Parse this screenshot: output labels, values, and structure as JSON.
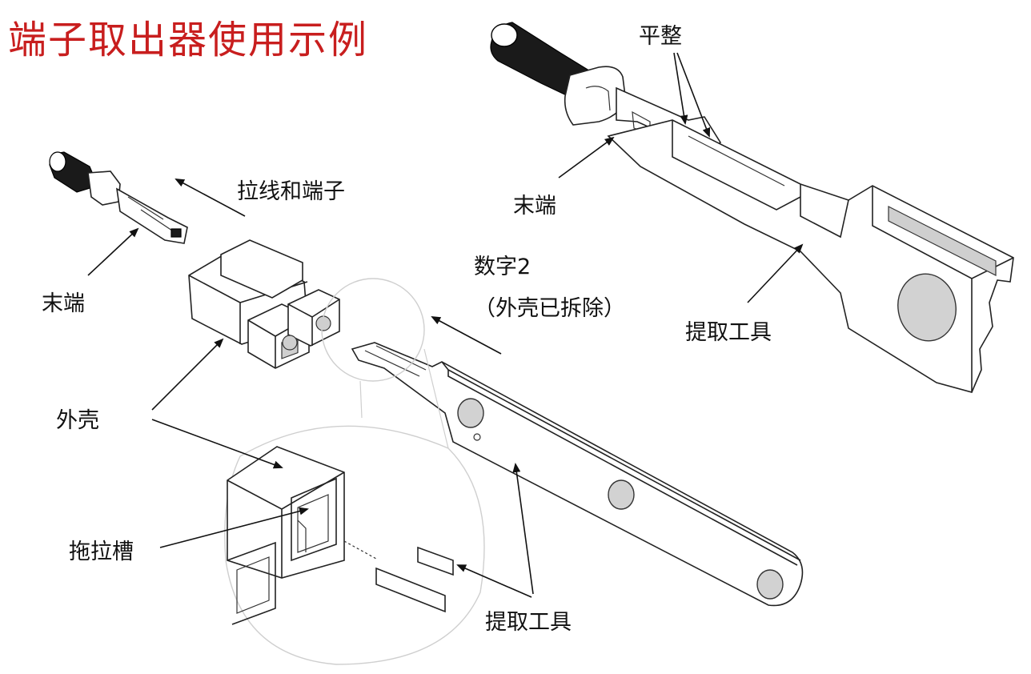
{
  "title": "端子取出器使用示例",
  "labels": {
    "flat": "平整",
    "end_top": "末端",
    "extract_tool_top": "提取工具",
    "pull_wire": "拉线和端子",
    "end_left": "末端",
    "figure_num": "数字2",
    "housing_removed": "（外壳已拆除）",
    "housing": "外壳",
    "drag_slot": "拖拉槽",
    "extract_tool_bottom": "提取工具"
  },
  "colors": {
    "title": "#c81e1e",
    "text": "#111111",
    "hole_fill": "#d2d2d2"
  }
}
